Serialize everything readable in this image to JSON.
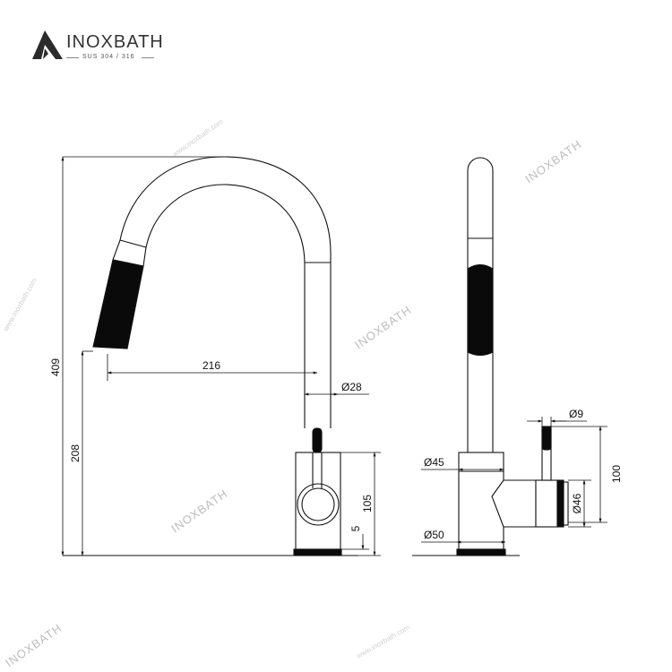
{
  "brand": {
    "name": "INOXBATH",
    "subtitle": "SUS 304 / 316"
  },
  "watermark": {
    "text": "INOXBATH",
    "url": "www.inoxbath.com"
  },
  "dimensions": {
    "total_height": "409",
    "spout_height": "208",
    "spout_reach": "216",
    "body_height": "105",
    "base_thickness": "5",
    "spout_diameter": "Ø28",
    "lever_diameter": "Ø9",
    "body_diameter": "Ø45",
    "base_diameter": "Ø50",
    "handle_diameter": "Ø46",
    "handle_height": "100"
  },
  "colors": {
    "line": "#111111",
    "fill_dark": "#0a0a0a",
    "watermark": "#bdbdbd"
  }
}
